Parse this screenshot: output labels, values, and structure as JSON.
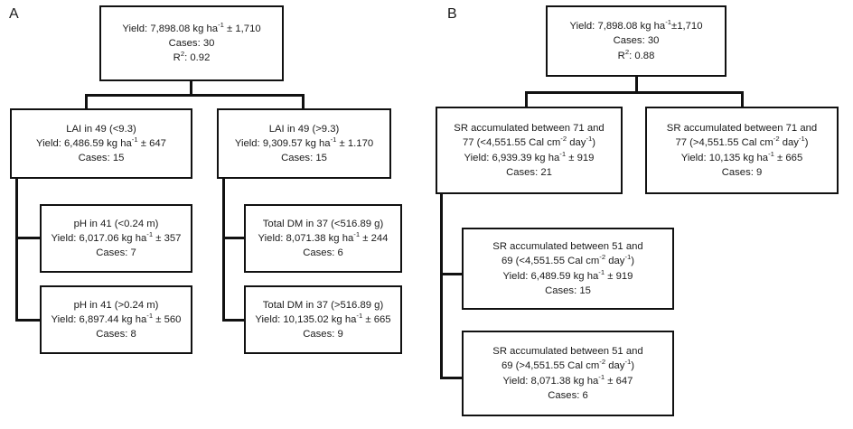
{
  "figure": {
    "type": "decision-tree-diagram",
    "panels": [
      {
        "id": "A",
        "label": "A",
        "root": {
          "name": "panel-a-root-node",
          "lines": [
            "Yield: 7,898.08 kg ha<sup>-1</sup> ± 1,710",
            "Cases: 30",
            "R<sup>2</sup>: 0.92"
          ],
          "yield": "7,898.08 kg ha-1 ± 1,710",
          "cases": "30",
          "r2": "0.92"
        },
        "nodes": [
          {
            "name": "panel-a-lai-low-node",
            "lines": [
              "LAI in 49 (&lt;9.3)",
              "Yield: 6,486.59 kg ha<sup>-1</sup> ± 647",
              "Cases: 15"
            ],
            "split": "LAI in 49 (<9.3)",
            "yield": "6,486.59 kg ha-1 ± 647",
            "cases": "15"
          },
          {
            "name": "panel-a-lai-high-node",
            "lines": [
              "LAI in 49 (&gt;9.3)",
              "Yield: 9,309.57 kg ha<sup>-1</sup> ± 1.170",
              "Cases: 15"
            ],
            "split": "LAI in 49 (>9.3)",
            "yield": "9,309.57 kg ha-1 ± 1.170",
            "cases": "15"
          },
          {
            "name": "panel-a-ph-low-node",
            "lines": [
              "pH in 41 (&lt;0.24 m)",
              "Yield: 6,017.06 kg ha<sup>-1</sup> ± 357",
              "Cases: 7"
            ],
            "split": "pH in 41 (<0.24 m)",
            "yield": "6,017.06 kg ha-1 ± 357",
            "cases": "7"
          },
          {
            "name": "panel-a-ph-high-node",
            "lines": [
              "pH in 41 (&gt;0.24 m)",
              "Yield: 6,897.44 kg ha<sup>-1</sup> ± 560",
              "Cases: 8"
            ],
            "split": "pH in 41 (>0.24 m)",
            "yield": "6,897.44 kg ha-1 ± 560",
            "cases": "8"
          },
          {
            "name": "panel-a-dm-low-node",
            "lines": [
              "Total DM in 37 (&lt;516.89 g)",
              "Yield: 8,071.38 kg ha<sup>-1</sup> ± 244",
              "Cases: 6"
            ],
            "split": "Total DM in 37 (<516.89 g)",
            "yield": "8,071.38 kg ha-1 ± 244",
            "cases": "6"
          },
          {
            "name": "panel-a-dm-high-node",
            "lines": [
              "Total DM in 37 (&gt;516.89 g)",
              "Yield: 10,135.02 kg ha<sup>-1</sup> ± 665",
              "Cases: 9"
            ],
            "split": "Total DM in 37 (>516.89 g)",
            "yield": "10,135.02 kg ha-1 ± 665",
            "cases": "9"
          }
        ]
      },
      {
        "id": "B",
        "label": "B",
        "root": {
          "name": "panel-b-root-node",
          "lines": [
            "Yield: 7,898.08 kg ha<sup>-1</sup>±1,710",
            "Cases: 30",
            "R<sup>2</sup>: 0.88"
          ],
          "yield": "7,898.08 kg ha-1±1,710",
          "cases": "30",
          "r2": "0.88"
        },
        "nodes": [
          {
            "name": "panel-b-sr71-low-node",
            "lines": [
              "SR accumulated between 71 and",
              "77 (&lt;4,551.55 Cal cm<sup>-2</sup> day<sup>-1</sup>)",
              "Yield: 6,939.39 kg ha<sup>-1</sup> ± 919",
              "Cases: 21"
            ],
            "split": "SR accumulated between 71 and 77 (<4,551.55 Cal cm-2 day-1)",
            "yield": "6,939.39 kg ha-1 ± 919",
            "cases": "21"
          },
          {
            "name": "panel-b-sr71-high-node",
            "lines": [
              "SR accumulated between 71 and",
              "77 (&gt;4,551.55 Cal cm<sup>-2</sup> day<sup>-1</sup>)",
              "Yield: 10,135 kg ha<sup>-1</sup> ± 665",
              "Cases: 9"
            ],
            "split": "SR accumulated between 71 and 77 (>4,551.55 Cal cm-2 day-1)",
            "yield": "10,135 kg ha-1 ± 665",
            "cases": "9"
          },
          {
            "name": "panel-b-sr51-low-node",
            "lines": [
              "SR accumulated between 51 and",
              "69 (&lt;4,551.55 Cal cm<sup>-2</sup> day<sup>-1</sup>)",
              "Yield: 6,489.59 kg ha<sup>-1</sup> ± 919",
              "Cases: 15"
            ],
            "split": "SR accumulated between 51 and 69 (<4,551.55 Cal cm-2 day-1)",
            "yield": "6,489.59 kg ha-1 ± 919",
            "cases": "15"
          },
          {
            "name": "panel-b-sr51-high-node",
            "lines": [
              "SR accumulated between 51 and",
              "69 (&gt;4,551.55 Cal cm<sup>-2</sup> day<sup>-1</sup>)",
              "Yield: 8,071.38 kg ha<sup>-1</sup> ± 647",
              "Cases: 6"
            ],
            "split": "SR accumulated between 51 and 69 (>4,551.55 Cal cm-2 day-1)",
            "yield": "8,071.38 kg ha-1 ± 647",
            "cases": "6"
          }
        ]
      }
    ],
    "colors": {
      "border": "#111111",
      "text": "#1a1a1a",
      "background": "#ffffff"
    }
  }
}
